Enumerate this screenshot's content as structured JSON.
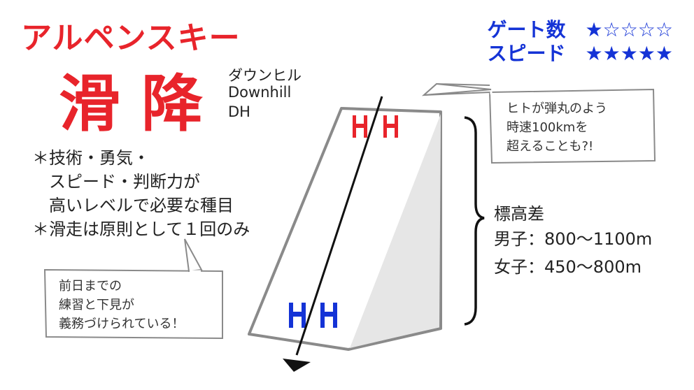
{
  "title": "アルペンスキー",
  "event": {
    "name": "滑降",
    "reading": "ダウンヒル",
    "english": "Downhill",
    "abbr": "DH"
  },
  "ratings": [
    {
      "label": "ゲート数",
      "stars": "★☆☆☆☆",
      "value": 1,
      "max": 5
    },
    {
      "label": "スピード",
      "stars": "★★★★★",
      "value": 5,
      "max": 5
    }
  ],
  "bullets": [
    "＊技術・勇気・",
    "　スピード・判断力が",
    "　高いレベルで必要な種目",
    "＊滑走は原則として１回のみ"
  ],
  "bubble_speed": [
    "ヒトが弾丸のよう",
    "時速100kmを",
    "超えることも?!"
  ],
  "bubble_practice": [
    "前日までの",
    "練習と下見が",
    "義務づけられている！"
  ],
  "elevation": {
    "heading": "標高差",
    "men": "男子：800〜1100m",
    "women": "女子：450〜800m"
  },
  "colors": {
    "title_red": "#e8242b",
    "rating_blue": "#1433d6",
    "gate_red": "#e8242b",
    "gate_blue": "#1433d6",
    "slope_gray": "#8a8a8a"
  }
}
